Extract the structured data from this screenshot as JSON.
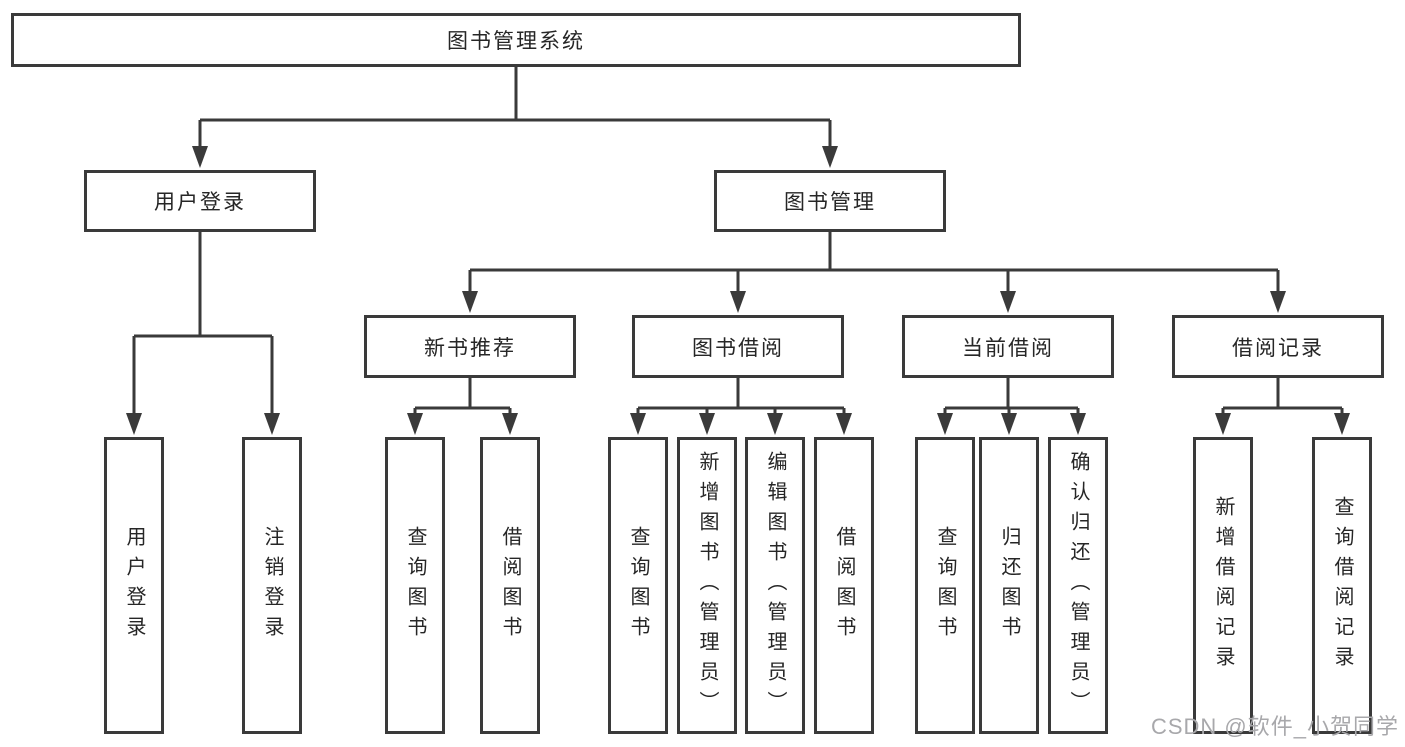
{
  "diagram": {
    "title": "图书管理系统",
    "branches": {
      "user_login": "用户登录",
      "book_management": "图书管理"
    },
    "modules": {
      "new_book_recommend": "新书推荐",
      "book_borrow": "图书借阅",
      "current_borrow": "当前借阅",
      "borrow_record": "借阅记录"
    },
    "leaves": {
      "user_login": [
        "用户登录",
        "注销登录"
      ],
      "new_book_recommend": [
        "查询图书",
        "借阅图书"
      ],
      "book_borrow": [
        "查询图书",
        "新增图书（管理员）",
        "编辑图书（管理员）",
        "借阅图书"
      ],
      "current_borrow": [
        "查询图书",
        "归还图书",
        "确认归还（管理员）"
      ],
      "borrow_record": [
        "新增借阅记录",
        "查询借阅记录"
      ]
    }
  },
  "watermark": "CSDN @软件_小贺同学",
  "colors": {
    "line": "#3a3a3a",
    "box_border": "#3a3a3a",
    "box_fill": "#ffffff",
    "text": "#262626",
    "watermark": "#a8a8ab",
    "background": "#ffffff"
  }
}
